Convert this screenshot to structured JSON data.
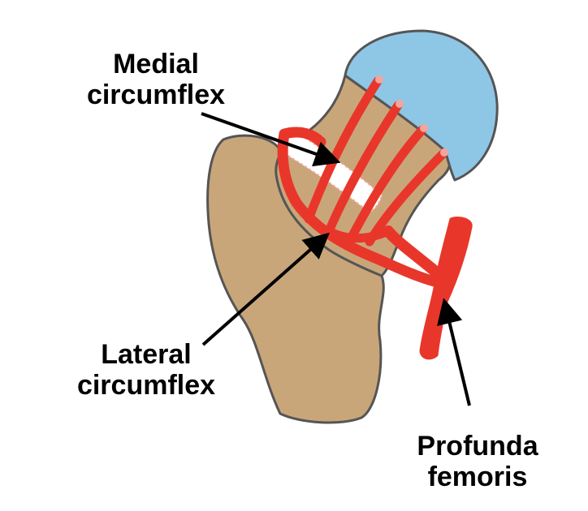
{
  "labels": {
    "medial": [
      "Medial",
      "circumflex"
    ],
    "lateral": [
      "Lateral",
      "circumflex"
    ],
    "profunda": [
      "Profunda",
      "femoris"
    ]
  },
  "colors": {
    "bone": "#c9a679",
    "head": "#8ec6e6",
    "artery": "#e8372a",
    "outline": "#555555",
    "arrow": "#000000"
  }
}
